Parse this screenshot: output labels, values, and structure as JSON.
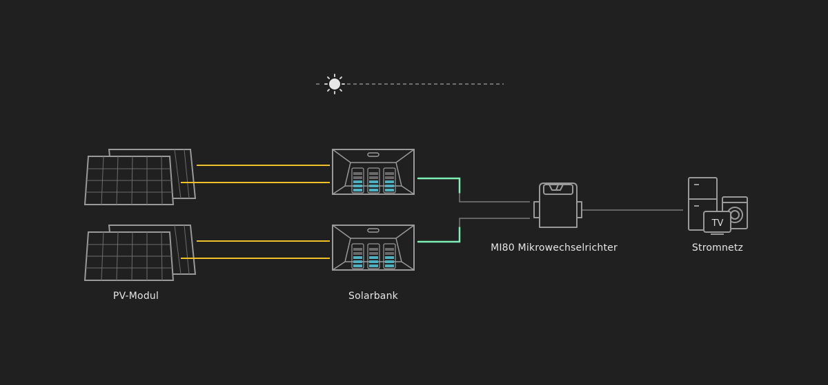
{
  "labels": {
    "pv_module": "PV-Modul",
    "solarbank": "Solarbank",
    "inverter": "MI80 Mikrowechselrichter",
    "grid": "Stromnetz",
    "tv": "TV"
  },
  "icons": {
    "sun": "sun-icon",
    "solar_panel": "solar-panel-icon",
    "solarbank": "solarbank-icon",
    "inverter": "inverter-icon",
    "fridge": "fridge-icon",
    "tv": "tv-icon",
    "washing_machine": "washing-machine-icon"
  },
  "colors": {
    "background": "#202020",
    "device_stroke": "#9a9a9a",
    "dc_line": "#f2c028",
    "storage_line": "#7ff0b5",
    "ac_line": "#7a7a7a",
    "battery_cell": "#4fb0c0",
    "label_text": "#e6e6e6"
  }
}
